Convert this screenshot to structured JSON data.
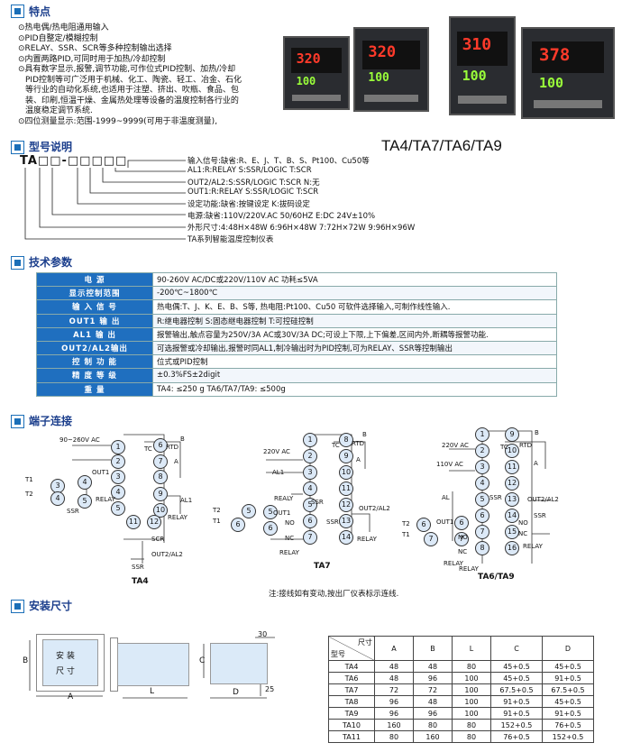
{
  "sections": {
    "features": "特点",
    "model": "型号说明",
    "specs": "技术参数",
    "wiring": "端子连接",
    "install": "安装尺寸"
  },
  "features": [
    "⊙热电偶/热电阻通用输入",
    "⊙PID自整定/模糊控制",
    "⊙RELAY、SSR、SCR等多种控制输出选择",
    "⊙内置两路PID,可同时用于加热/冷却控制",
    "⊙具有数字显示,报警,调节功能,可作位式PID控制、加热/冷却",
    "PID控制等可广泛用于机械、化工、陶瓷、轻工、冶金、石化",
    "等行业的自动化系统,也适用于注塑、挤出、吹瓶、食品、包",
    "装、印刷,恒温干燥、金属热处理等设备的温度控制各行业的",
    "温度稳定调节系统.",
    "⊙四位测量显示:范围-1999~9999(可用于非温度测量),"
  ],
  "devices": [
    {
      "pv": "320",
      "sv": "100"
    },
    {
      "pv": "320",
      "sv": "100"
    },
    {
      "pv": "310",
      "sv": "100"
    },
    {
      "pv": "378",
      "sv": "100"
    }
  ],
  "model": {
    "title": "TA4/TA7/TA6/TA9",
    "code": "TA□□-□□□□□",
    "lines": [
      "输入信号:缺省:R、E、J、T、B、S、Pt100、Cu50等",
      "AL1:R:RELAY  S:SSR/LOGIC     T:SCR",
      "OUT2/AL2:S:SSR/LOGIC         T:SCR N:无",
      "OUT1:R:RELAY  S:SSR/LOGIC    T:SCR",
      "设定功能:缺省:按键设定                K:拔码设定",
      "电源:缺省:110V/220V.AC  50/60HZ E:DC 24V±10%",
      "外形尺寸:4:48H×48W      6:96H×48W  7:72H×72W      9:96H×96W",
      "TA系列智能温度控制仪表"
    ]
  },
  "specs": [
    {
      "k": "电    源",
      "v": "90-260V AC/DC或220V/110V AC 功耗≤5VA"
    },
    {
      "k": "显示控制范围",
      "v": "-200℃~1800℃"
    },
    {
      "k": "输 入 信 号",
      "v": "热电偶:T、J、K、E、B、S等,  热电阻:Pt100、Cu50  可软件选择输入,可制作线性输入."
    },
    {
      "k": "OUT1  输  出",
      "v": "R:继电器控制  S:固态继电器控制  T:可控硅控制"
    },
    {
      "k": "AL1  输  出",
      "v": "报警输出,触点容量为250V/3A AC或30V/3A DC;可设上下限,上下偏差,区间内外,断耦等报警功能."
    },
    {
      "k": "OUT2/AL2输出",
      "v": "可选报警或冷却输出,报警时同AL1,制冷输出时为PID控制,可为RELAY、SSR等控制输出"
    },
    {
      "k": "控 制 功 能",
      "v": "位式或PID控制"
    },
    {
      "k": "精 度 等 级",
      "v": "±0.3%FS±2digit"
    },
    {
      "k": "重      量",
      "v": "TA4: ≤250 g   TA6/TA7/TA9:  ≤500g"
    }
  ],
  "wiring": {
    "ta4": {
      "title": "TA4",
      "labels": [
        "90~260V AC",
        "OUT1",
        "RELAY",
        "SSR",
        "T1",
        "T2",
        "TC",
        "RTD",
        "B",
        "AL1",
        "RELAY",
        "SCR",
        "OUT2/AL2",
        "SSR",
        "A"
      ]
    },
    "ta7": {
      "title": "TA7",
      "labels": [
        "220V AC",
        "AL1",
        "REALY",
        "SSR",
        "T2",
        "T1",
        "NO",
        "NC",
        "RELAY",
        "TC",
        "RTD",
        "B",
        "SSR",
        "OUT2/AL2",
        "RELAY",
        "OUT1",
        "A"
      ]
    },
    "ta69": {
      "title": "TA6/TA9",
      "labels": [
        "220V AC",
        "110V AC",
        "AL",
        "SSR",
        "NO",
        "NC",
        "RELAY",
        "TC",
        "RTD",
        "B",
        "OUT2/AL2",
        "SSR",
        "RELAY",
        "OUT1",
        "T2",
        "T1",
        "NO",
        "NC",
        "RELAY",
        "A"
      ]
    },
    "note": "注:接线如有变动,按出厂仪表标示连线."
  },
  "install": {
    "front_label_1": "安 装",
    "front_label_2": "尺 寸",
    "dim_a": "A",
    "dim_b": "B",
    "dim_l": "L",
    "dim_c": "C",
    "dim_d": "D",
    "dim_30": "30",
    "dim_25": "25",
    "table_header_top": "尺寸",
    "table_header_bottom": "型号",
    "columns": [
      "A",
      "B",
      "L",
      "C",
      "D"
    ],
    "rows": [
      [
        "TA4",
        "48",
        "48",
        "80",
        "45+0.5",
        "45+0.5"
      ],
      [
        "TA6",
        "48",
        "96",
        "100",
        "45+0.5",
        "91+0.5"
      ],
      [
        "TA7",
        "72",
        "72",
        "100",
        "67.5+0.5",
        "67.5+0.5"
      ],
      [
        "TA8",
        "96",
        "48",
        "100",
        "91+0.5",
        "45+0.5"
      ],
      [
        "TA9",
        "96",
        "96",
        "100",
        "91+0.5",
        "91+0.5"
      ],
      [
        "TA10",
        "160",
        "80",
        "80",
        "152+0.5",
        "76+0.5"
      ],
      [
        "TA11",
        "80",
        "160",
        "80",
        "76+0.5",
        "152+0.5"
      ]
    ]
  }
}
